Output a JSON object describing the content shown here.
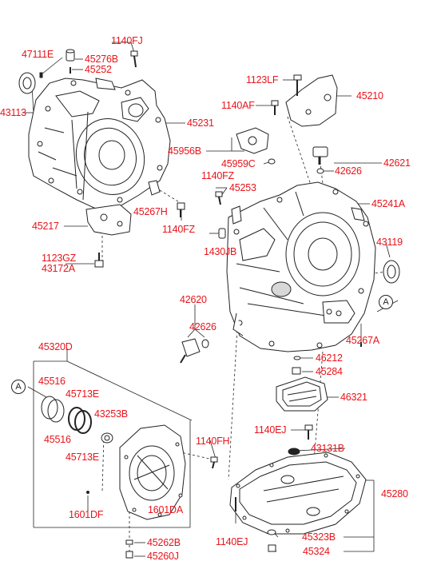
{
  "labels": {
    "l47111E": "47111E",
    "l45276B": "45276B",
    "l1140FJ": "1140FJ",
    "l45252": "45252",
    "l43113": "43113",
    "l45231": "45231",
    "l1123LF": "1123LF",
    "l45210": "45210",
    "l1140AF": "1140AF",
    "l45956B": "45956B",
    "l45959C": "45959C",
    "l42621": "42621",
    "l42626a": "42626",
    "l1140FZa": "1140FZ",
    "l45253": "45253",
    "l45267H": "45267H",
    "l1140FZb": "1140FZ",
    "l45217": "45217",
    "l45241A": "45241A",
    "l43119": "43119",
    "l1430JB": "1430JB",
    "l1123GZ": "1123GZ",
    "l43172A": "43172A",
    "l42620": "42620",
    "l42626b": "42626",
    "l45267A": "45267A",
    "l46212": "46212",
    "l45284": "45284",
    "l45320D": "45320D",
    "l46321": "46321",
    "l45516a": "45516",
    "l45713Ea": "45713E",
    "l43253B": "43253B",
    "l45516b": "45516",
    "l45713Eb": "45713E",
    "l1140EJa": "1140EJ",
    "l43131B": "43131B",
    "l1140FH": "1140FH",
    "l45280": "45280",
    "l1601DF": "1601DF",
    "l1601DA": "1601DA",
    "l45323B": "45323B",
    "l1140EJb": "1140EJ",
    "l45324": "45324",
    "l45262B": "45262B",
    "l45260J": "45260J"
  },
  "callouts": {
    "a1": "A",
    "a2": "A"
  },
  "colors": {
    "label": "#e8141b",
    "line": "#222222",
    "fill": "#ffffff",
    "shade": "#d8d8d8"
  }
}
